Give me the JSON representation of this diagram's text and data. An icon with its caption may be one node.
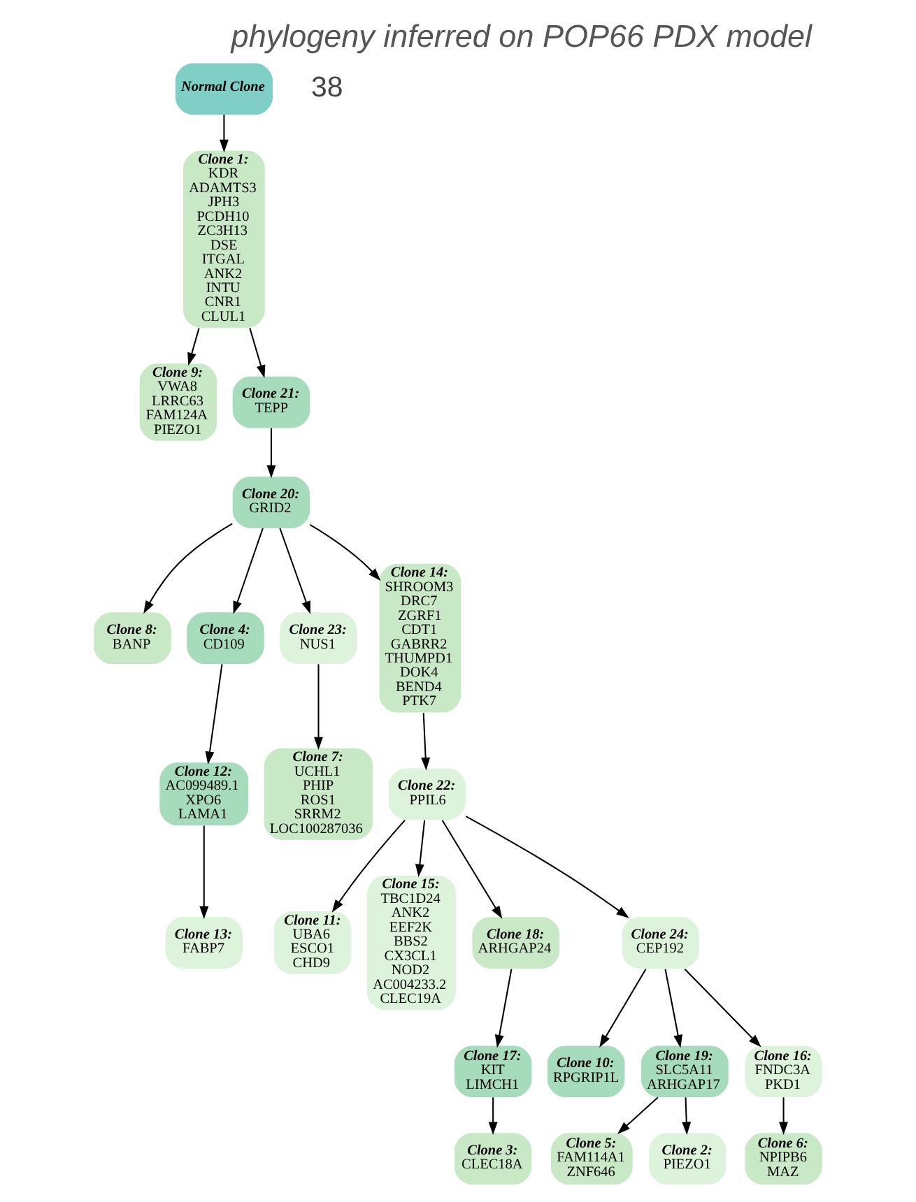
{
  "diagram": {
    "title": "phylogeny inferred on POP66 PDX model",
    "nodes": [
      {
        "text": [
          "Normal Clone"
        ]
      },
      {
        "text": [
          "Clone 1:",
          "KDR ADAMTS3 JPH3 PCDH10 ZC3H13 DSE ITGAL ANK2 INTU CNR1 CLUL1"
        ]
      },
      {
        "text": [
          "Clone 9:",
          "VWA8 LRRC63 FAM124A PIEZO1"
        ]
      },
      {
        "text": [
          "Clone 21:",
          "TEPP"
        ]
      },
      {
        "text": [
          "Clone 20:",
          "GRID2"
        ]
      },
      {
        "text": [
          "Clone 8:",
          "BANP"
        ]
      },
      {
        "text": [
          "Clone 4:",
          "CD109"
        ]
      },
      {
        "text": [
          "Clone 23:",
          "NUS1"
        ]
      },
      {
        "text": [
          "Clone 14:",
          "SHROOM3 DRC7 ZGRF1 CDT1 GABRR2 THUMPD1 DOK4 BEND4 PTK7"
        ]
      },
      {
        "text": [
          "Clone 12:",
          "AC099489.1 XPO6 LAMA1"
        ]
      },
      {
        "text": [
          "Clone 7:",
          "UCHL1 PHIP ROS1 SRRM2 LOC100287036"
        ]
      },
      {
        "text": [
          "Clone 22:",
          "PPIL6"
        ]
      },
      {
        "text": [
          "Clone 13:",
          "FABP7"
        ]
      },
      {
        "text": [
          "Clone 11:",
          "UBA6 ESCO1 CHD9"
        ]
      },
      {
        "text": [
          "Clone 15:",
          "TBC1D24 ANK2 EEF2K BBS2 CX3CL1 NOD2 AC004233.2 CLEC19A"
        ]
      },
      {
        "text": [
          "Clone 18:",
          "ARHGAP24"
        ]
      },
      {
        "text": [
          "Clone 24:",
          "CEP192"
        ]
      },
      {
        "text": [
          "Clone 17:",
          "KIT LIMCH1"
        ]
      },
      {
        "text": [
          "Clone 10:",
          "RPGRIP1L"
        ]
      },
      {
        "text": [
          "Clone 19:",
          "SLC5A11 ARHGAP17"
        ]
      },
      {
        "text": [
          "Clone 16:",
          "FNDC3A PKD1"
        ]
      },
      {
        "text": [
          "Clone 3:",
          "CLEC18A"
        ]
      },
      {
        "text": [
          "Clone 5:",
          "FAM114A1 ZNF646"
        ]
      },
      {
        "text": [
          "Clone 2:",
          "PIEZO1"
        ]
      },
      {
        "text": [
          "Clone 6:",
          "NPIPB6 MAZ"
        ]
      }
    ],
    "edges": [
      {
        "from": 0,
        "to": 1,
        "arrow": "to"
      },
      {
        "from": 1,
        "to": 2,
        "arrow": "to"
      },
      {
        "from": 1,
        "to": 3,
        "arrow": "to"
      },
      {
        "from": 3,
        "to": 4,
        "arrow": "to"
      },
      {
        "from": 4,
        "to": 5,
        "arrow": "to"
      },
      {
        "from": 4,
        "to": 6,
        "arrow": "to"
      },
      {
        "from": 4,
        "to": 7,
        "arrow": "to"
      },
      {
        "from": 4,
        "to": 8,
        "arrow": "to"
      },
      {
        "from": 6,
        "to": 9,
        "arrow": "to"
      },
      {
        "from": 7,
        "to": 10,
        "arrow": "to"
      },
      {
        "from": 8,
        "to": 11,
        "arrow": "to"
      },
      {
        "from": 9,
        "to": 12,
        "arrow": "to"
      },
      {
        "from": 11,
        "to": 13,
        "arrow": "to"
      },
      {
        "from": 11,
        "to": 14,
        "arrow": "to"
      },
      {
        "from": 11,
        "to": 15,
        "arrow": "to"
      },
      {
        "from": 11,
        "to": 16,
        "arrow": "to"
      },
      {
        "from": 15,
        "to": 17,
        "arrow": "to"
      },
      {
        "from": 16,
        "to": 18,
        "arrow": "to"
      },
      {
        "from": 16,
        "to": 19,
        "arrow": "to"
      },
      {
        "from": 16,
        "to": 20,
        "arrow": "to"
      },
      {
        "from": 17,
        "to": 21,
        "arrow": "to"
      },
      {
        "from": 19,
        "to": 22,
        "arrow": "to"
      },
      {
        "from": 19,
        "to": 23,
        "arrow": "to"
      },
      {
        "from": 20,
        "to": 24,
        "arrow": "to"
      }
    ],
    "labels": [
      "38"
    ]
  }
}
